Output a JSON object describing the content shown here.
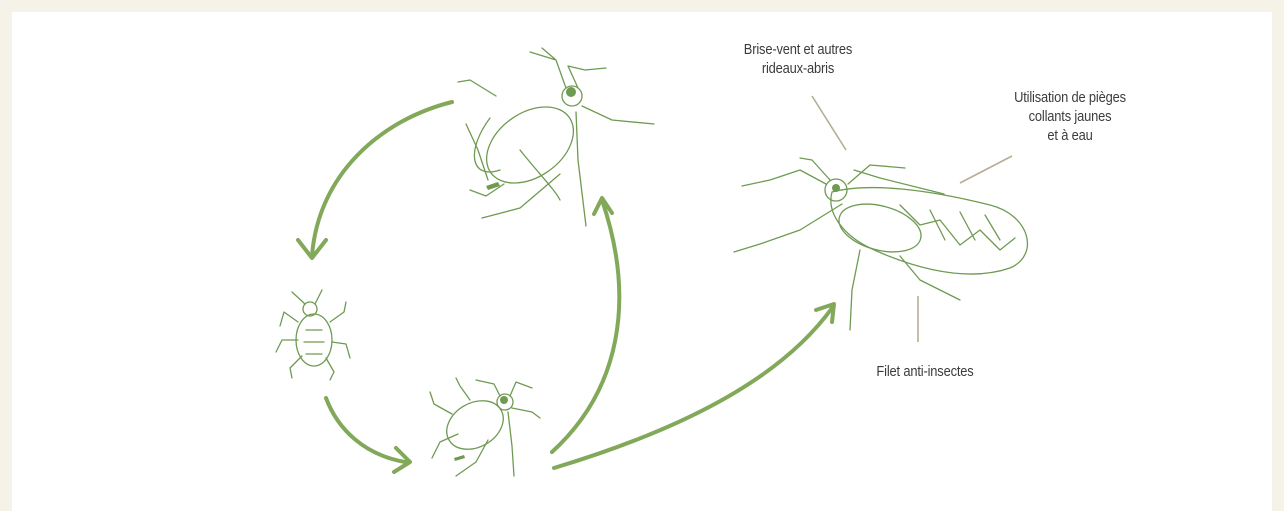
{
  "labels": {
    "windbreak": [
      "Brise-vent et autres",
      "rideaux-abris"
    ],
    "traps": [
      "Utilisation de pièges",
      "collants jaunes",
      "et à eau"
    ],
    "net": "Filet anti-insectes"
  },
  "icons": [
    "winged-aphid-adult-icon",
    "aphid-nymph-icon",
    "small-winged-aphid-icon",
    "whitefly-adult-icon"
  ],
  "colors": {
    "arrow": "#82a85a",
    "insect_line": "#6f9a52",
    "leader_line": "#b5ae95",
    "text": "#3c3c3c",
    "background": "#f5f2e8",
    "panel": "#ffffff"
  }
}
